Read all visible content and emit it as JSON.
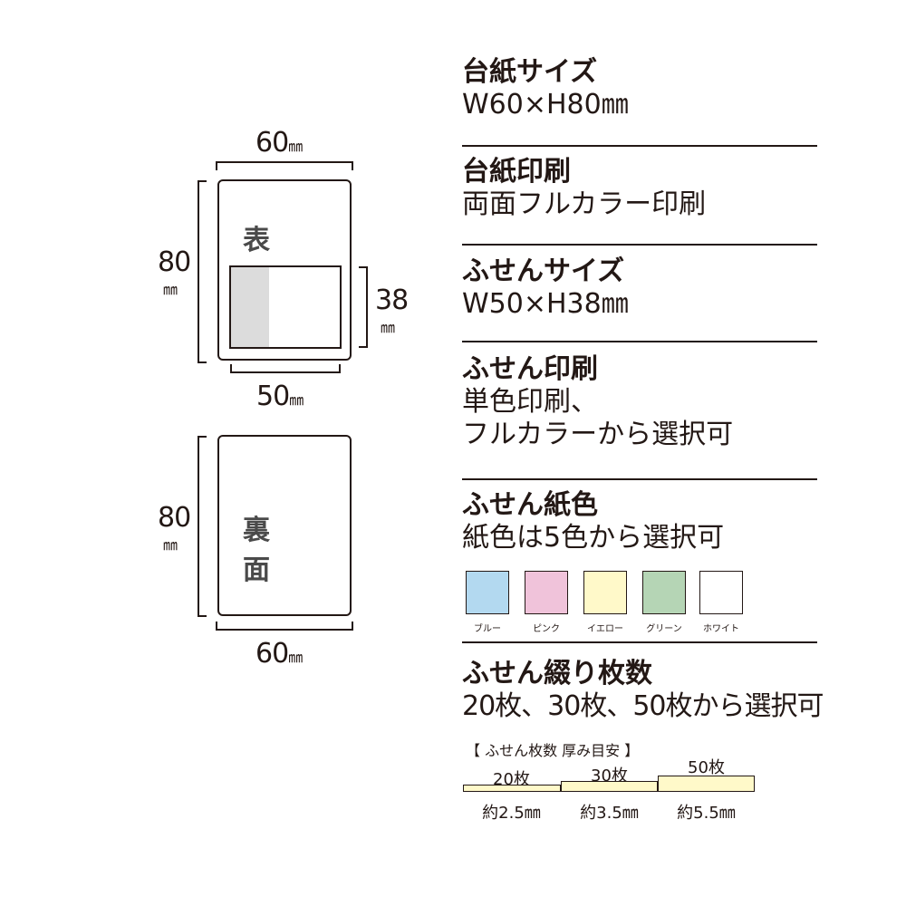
{
  "diagram": {
    "front": {
      "width_label": "60",
      "height_label": "80",
      "unit": "㎜",
      "face_label": "表　面",
      "sticky_height_label": "38",
      "sticky_width_label": "50"
    },
    "back": {
      "height_label": "80",
      "width_label": "60",
      "unit": "㎜",
      "face_label": "裏　面"
    }
  },
  "specs": [
    {
      "title": "台紙サイズ",
      "value": "W60×H80㎜"
    },
    {
      "title": "台紙印刷",
      "value": "両面フルカラー印刷"
    },
    {
      "title": "ふせんサイズ",
      "value": "W50×H38㎜"
    },
    {
      "title": "ふせん印刷",
      "value": "単色印刷、",
      "value2": "フルカラーから選択可"
    },
    {
      "title": "ふせん紙色",
      "value": "紙色は5色から選択可"
    },
    {
      "title": "ふせん綴り枚数",
      "value": "20枚、30枚、50枚から選択可"
    }
  ],
  "colors": [
    {
      "label": "ブルー",
      "hex": "#b3d9f0"
    },
    {
      "label": "ピンク",
      "hex": "#f0c3da"
    },
    {
      "label": "イエロー",
      "hex": "#fff9c9"
    },
    {
      "label": "グリーン",
      "hex": "#b5d5b5"
    },
    {
      "label": "ホワイト",
      "hex": "#ffffff"
    }
  ],
  "thickness": {
    "heading": "【 ふせん枚数 厚み目安 】",
    "items": [
      {
        "count": "20枚",
        "thickness": "約2.5㎜"
      },
      {
        "count": "30枚",
        "thickness": "約3.5㎜"
      },
      {
        "count": "50枚",
        "thickness": "約5.5㎜"
      }
    ]
  },
  "accent": {
    "sticky_glue_strip": "#dcdcdc",
    "line": "#231815"
  }
}
